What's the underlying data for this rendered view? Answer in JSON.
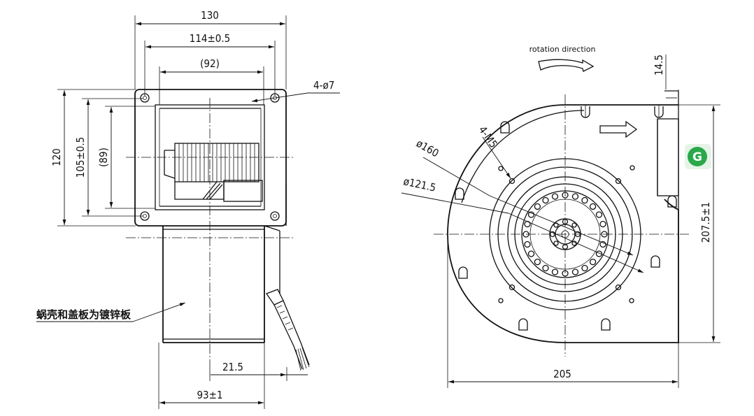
{
  "front_view": {
    "dim_overall_width": "130",
    "dim_hole_spacing": "114±0.5",
    "dim_inlet_ref": "(92)",
    "dim_mount_holes": "4-ø7",
    "dim_overall_height": "120",
    "dim_hole_spacing_v": "105±0.5",
    "dim_inlet_ref_v": "(89)",
    "note_material": "蜗壳和盖板为镀锌板",
    "dim_cable_offset": "21.5",
    "dim_depth": "93±1"
  },
  "side_view": {
    "rotation_label": "rotation direction",
    "dim_flange": "14.5",
    "dim_screws": "4-M5",
    "dim_diameter_outer": "ø160",
    "dim_diameter_inner": "ø121.5",
    "dim_height": "207.5±1",
    "dim_width": "205"
  },
  "badge": {
    "letter": "G",
    "color": "#2aa84a"
  }
}
